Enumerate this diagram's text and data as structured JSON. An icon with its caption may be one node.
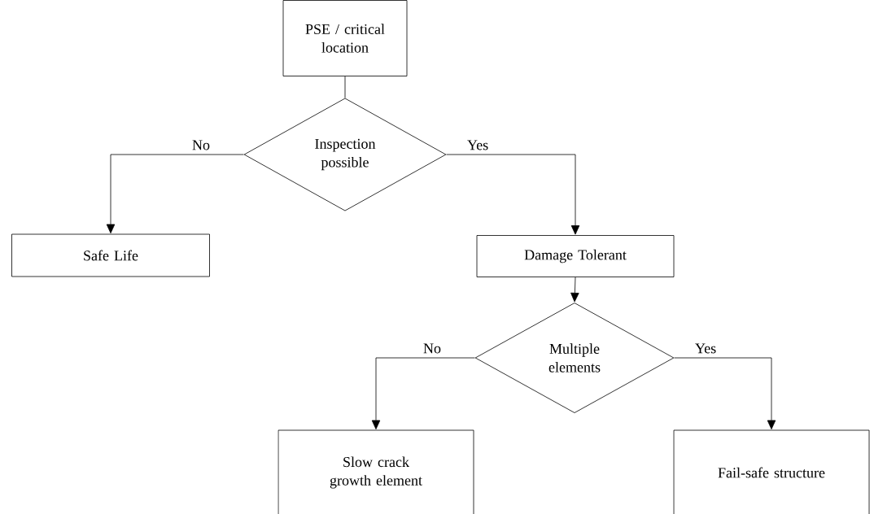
{
  "diagram": {
    "nodes": [
      {
        "text": [
          "PSE / critical location"
        ]
      },
      {
        "text": [
          "Inspection possible"
        ]
      },
      {
        "text": [
          "Safe Life"
        ]
      },
      {
        "text": [
          "Damage Tolerant"
        ]
      },
      {
        "text": [
          "Multiple elements"
        ]
      },
      {
        "text": [
          "Slow crack growth element"
        ]
      },
      {
        "text": [
          "Fail-safe structure"
        ]
      }
    ],
    "edges": [
      {
        "from": 0,
        "to": 1,
        "arrow": "none"
      },
      {
        "from": 1,
        "to": 2,
        "arrow": "to",
        "label": "No"
      },
      {
        "from": 1,
        "to": 3,
        "arrow": "to",
        "label": "Yes"
      },
      {
        "from": 3,
        "to": 4,
        "arrow": "to"
      },
      {
        "from": 4,
        "to": 5,
        "arrow": "to",
        "label": "No"
      },
      {
        "from": 4,
        "to": 6,
        "arrow": "to",
        "label": "Yes"
      }
    ]
  }
}
